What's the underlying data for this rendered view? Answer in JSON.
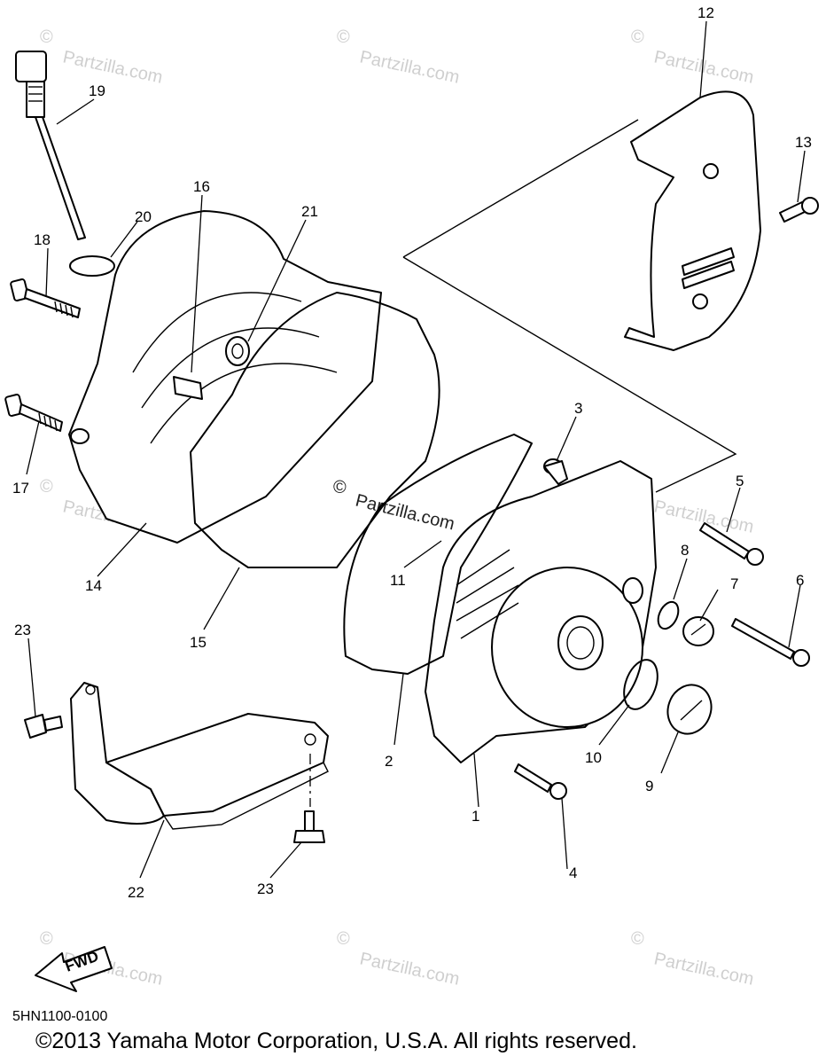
{
  "watermark": {
    "text": "Partzilla.com",
    "symbol": "©"
  },
  "fwd_label": "FWD",
  "diagram_code": "5HN1100-0100",
  "copyright": "©2013  Yamaha Motor Corporation, U.S.A. All rights reserved.",
  "callouts": {
    "c1": "1",
    "c2": "2",
    "c3": "3",
    "c4": "4",
    "c5": "5",
    "c6": "6",
    "c7": "7",
    "c8": "8",
    "c9": "9",
    "c10": "10",
    "c11": "11",
    "c12": "12",
    "c13": "13",
    "c14": "14",
    "c15": "15",
    "c16": "16",
    "c17": "17",
    "c18": "18",
    "c19": "19",
    "c20": "20",
    "c21": "21",
    "c22": "22",
    "c23a": "23",
    "c23b": "23"
  },
  "colors": {
    "line": "#000000",
    "watermark": "#cfcfcf",
    "background": "#ffffff"
  }
}
